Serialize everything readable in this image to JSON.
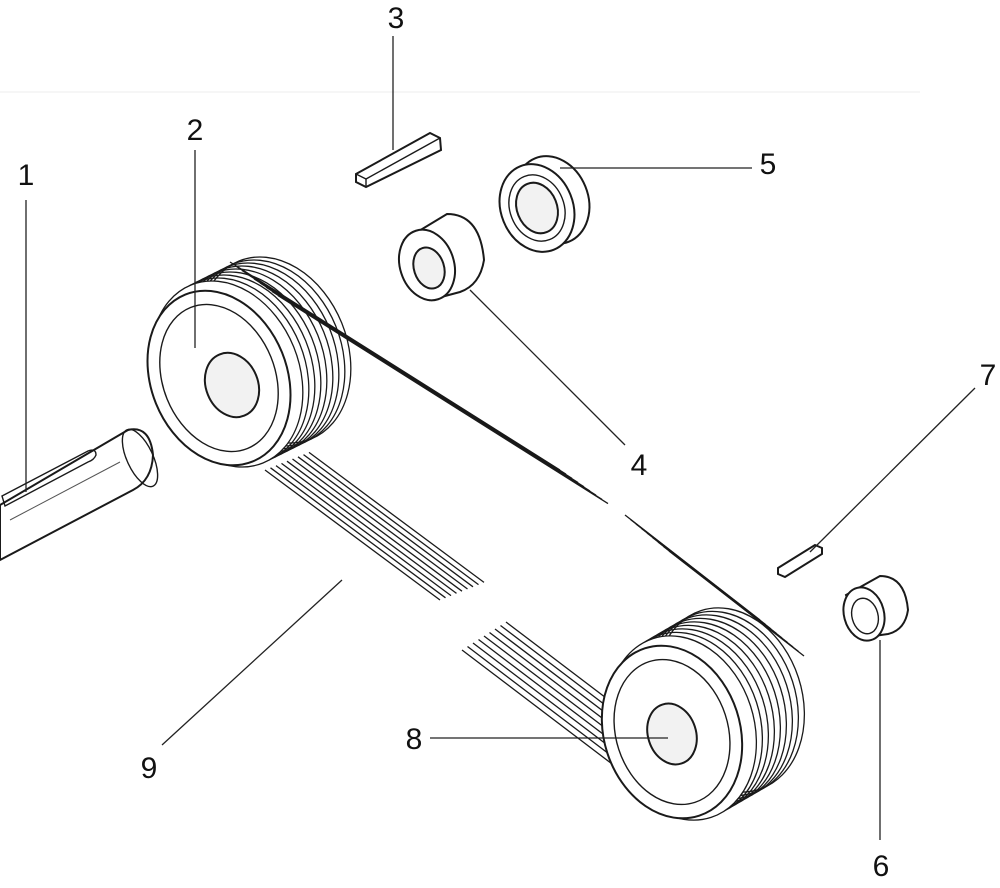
{
  "callouts": {
    "c1": "1",
    "c2": "2",
    "c3": "3",
    "c4": "4",
    "c5": "5",
    "c6": "6",
    "c7": "7",
    "c8": "8",
    "c9": "9"
  },
  "colors": {
    "ink": "#1a1a1a",
    "paper": "#ffffff"
  }
}
